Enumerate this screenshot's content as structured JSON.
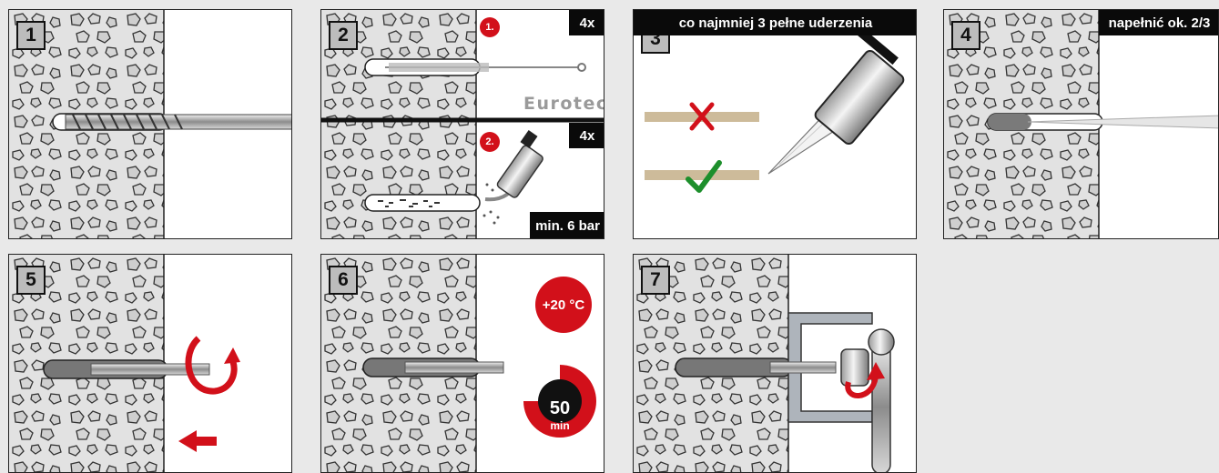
{
  "steps": [
    {
      "number": "1"
    },
    {
      "number": "2",
      "sub1": "1.",
      "sub2": "2.",
      "count1": "4x",
      "count2": "4x",
      "brand": "Eurotec",
      "pressure": "min. 6 bar"
    },
    {
      "number": "3",
      "caption": "co najmniej 3 pełne uderzenia"
    },
    {
      "number": "4",
      "caption": "napełnić ok. 2/3"
    },
    {
      "number": "5"
    },
    {
      "number": "6",
      "temperature": "+20 °C",
      "time_value": "50",
      "time_unit": "min"
    },
    {
      "number": "7"
    }
  ],
  "colors": {
    "accent_red": "#d2101a",
    "check_green": "#1d8f2c",
    "concrete": "#e2e2e2",
    "board": "#cdbb9a"
  }
}
